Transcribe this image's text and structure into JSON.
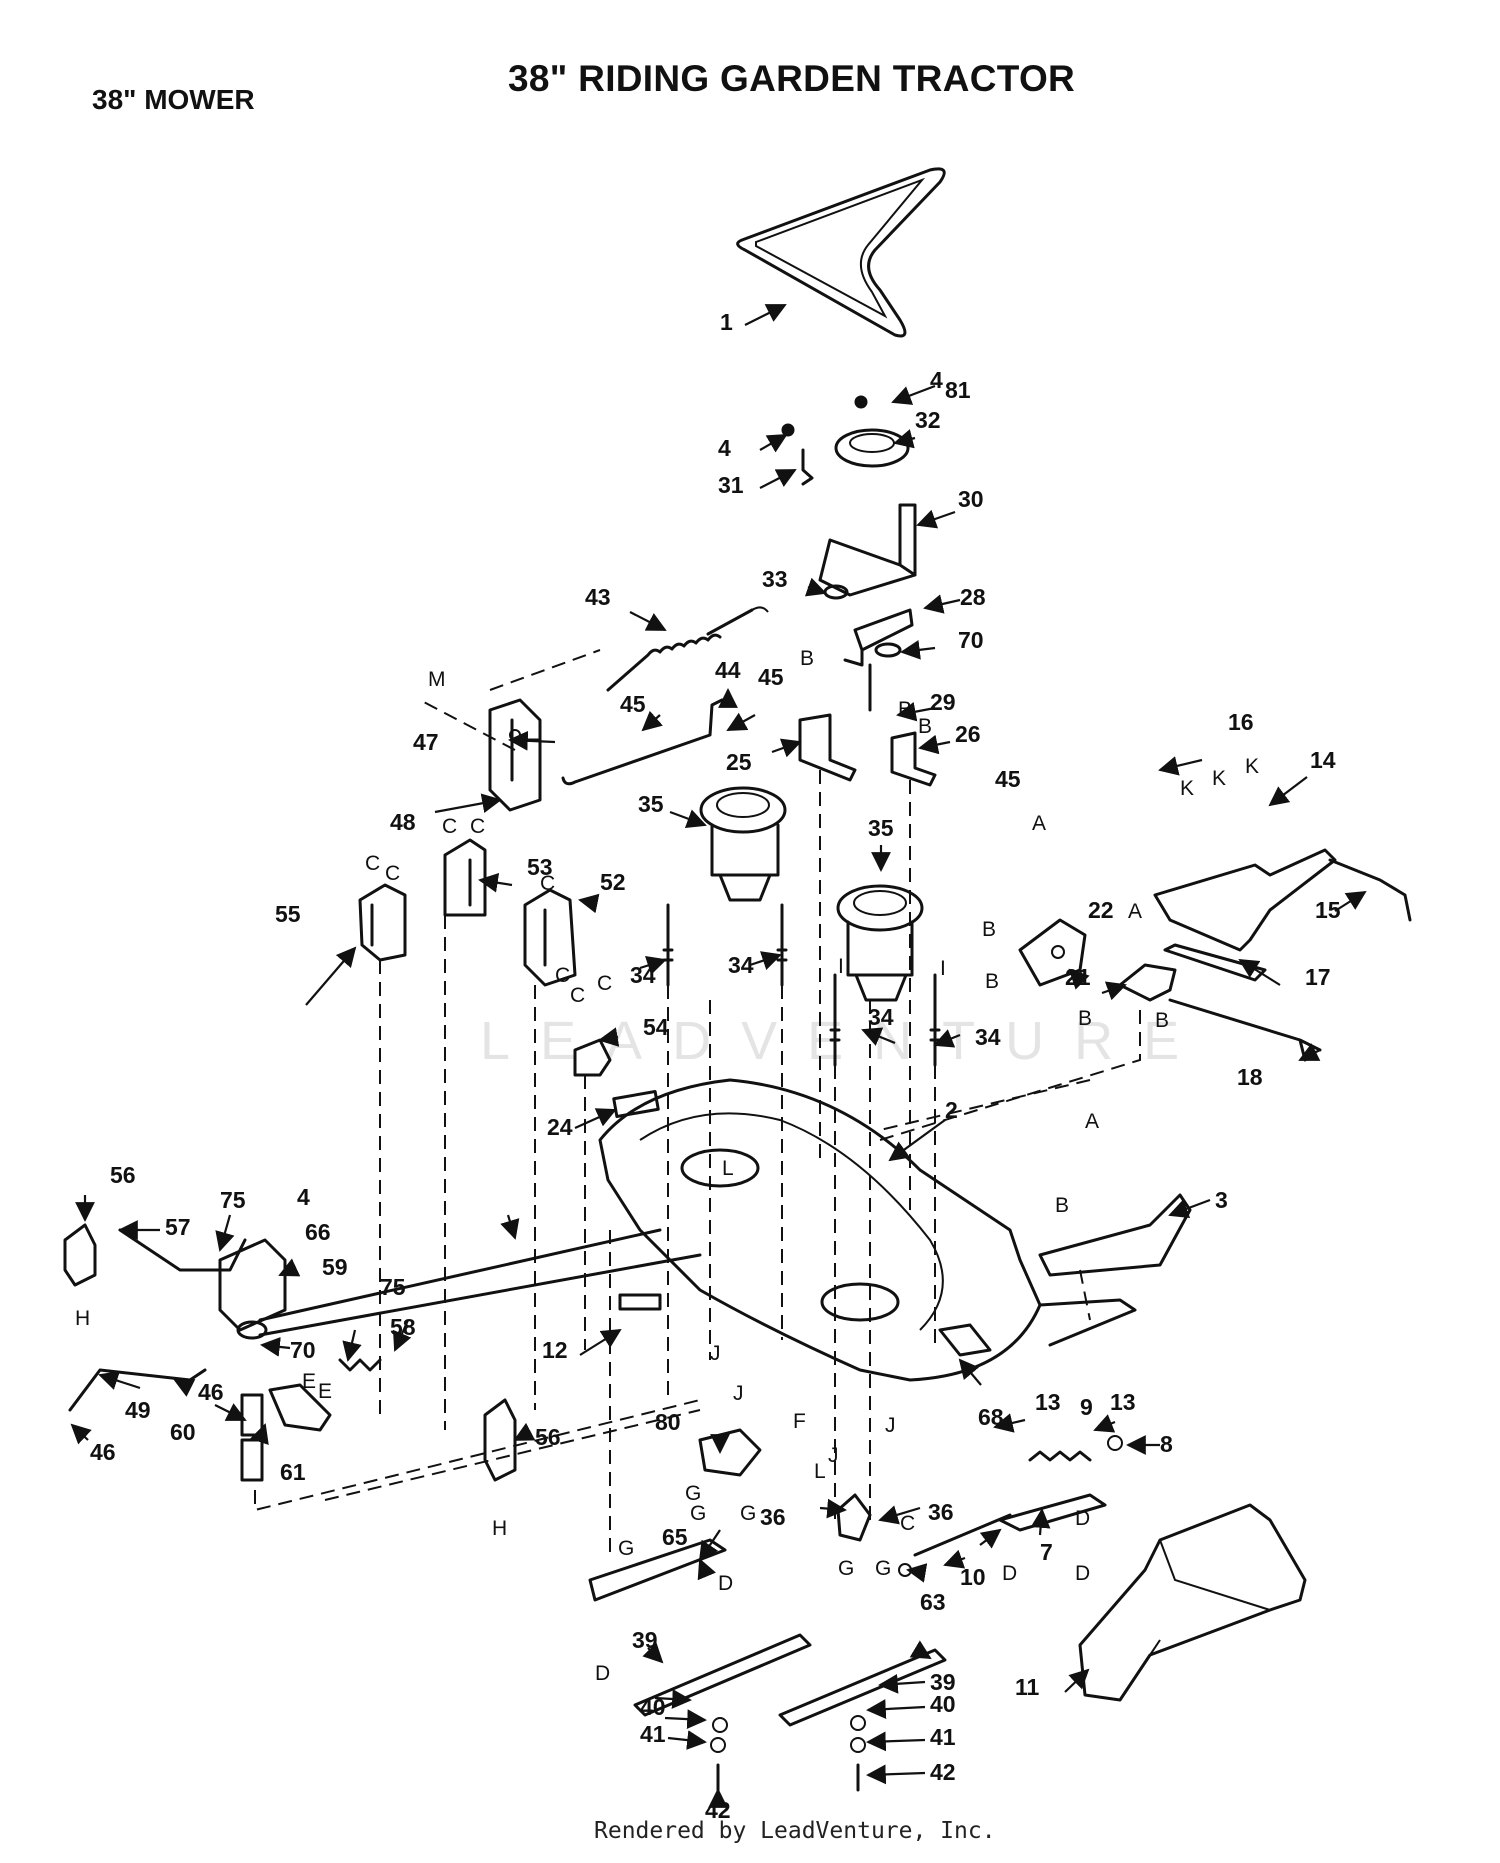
{
  "header": {
    "title": "38\" RIDING GARDEN TRACTOR",
    "subtitle": "38\" MOWER"
  },
  "footer": {
    "credit": "Rendered by LeadVenture, Inc."
  },
  "watermark": {
    "text": "LEADVENTURE"
  },
  "diagram": {
    "callouts": [
      "1",
      "2",
      "3",
      "4",
      "4",
      "4",
      "7",
      "8",
      "9",
      "10",
      "11",
      "12",
      "13",
      "13",
      "14",
      "15",
      "16",
      "17",
      "18",
      "21",
      "22",
      "24",
      "25",
      "26",
      "28",
      "29",
      "30",
      "31",
      "32",
      "33",
      "34",
      "34",
      "34",
      "34",
      "35",
      "35",
      "36",
      "36",
      "39",
      "39",
      "40",
      "40",
      "41",
      "41",
      "42",
      "42",
      "43",
      "44",
      "45",
      "45",
      "45",
      "46",
      "46",
      "47",
      "48",
      "49",
      "52",
      "53",
      "54",
      "55",
      "56",
      "56",
      "57",
      "58",
      "59",
      "60",
      "61",
      "63",
      "65",
      "66",
      "68",
      "70",
      "70",
      "75",
      "75",
      "80",
      "81"
    ],
    "reference_letters": [
      "A",
      "A",
      "A",
      "B",
      "B",
      "B",
      "B",
      "B",
      "B",
      "B",
      "B",
      "C",
      "C",
      "C",
      "C",
      "C",
      "C",
      "C",
      "C",
      "C",
      "D",
      "D",
      "D",
      "D",
      "D",
      "E",
      "E",
      "F",
      "G",
      "G",
      "G",
      "G",
      "G",
      "G",
      "H",
      "H",
      "I",
      "I",
      "J",
      "J",
      "J",
      "J",
      "K",
      "K",
      "K",
      "L",
      "L",
      "M"
    ]
  }
}
